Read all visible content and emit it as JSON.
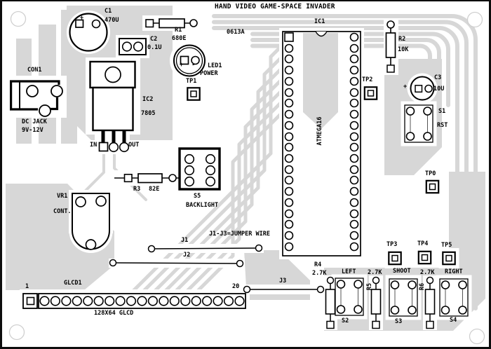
{
  "title": "HAND VIDEO GAME-SPACE INVADER",
  "board_code": "0613A",
  "jumper_note": "J1-J3=JUMPER WIRE",
  "components": {
    "c1": {
      "ref": "C1",
      "value": "470U",
      "plus": "+"
    },
    "c2": {
      "ref": "C2",
      "value": "0.1U"
    },
    "c3": {
      "ref": "C3",
      "value": "10U",
      "plus": "+"
    },
    "r1": {
      "ref": "R1",
      "value": "680E"
    },
    "r2": {
      "ref": "R2",
      "value": "10K"
    },
    "r3": {
      "ref": "R3",
      "value": "82E"
    },
    "r4": {
      "ref": "R4",
      "value": "2.7K"
    },
    "r5": {
      "ref": "R5",
      "value": "2.7K"
    },
    "r6": {
      "ref": "R6",
      "value": "2.7K"
    },
    "led1": {
      "ref": "LED1",
      "value": "POWER",
      "plus": "+",
      "minus": "-"
    },
    "con1": {
      "ref": "CON1",
      "line1": "DC JACK",
      "line2": "9V-12V"
    },
    "ic1": {
      "ref": "IC1",
      "value": "ATMEGA16"
    },
    "ic2": {
      "ref": "IC2",
      "value": "7805",
      "pin_in": "IN",
      "pin_out": "OUT"
    },
    "vr1": {
      "ref": "VR1",
      "value": "CONT."
    },
    "s1": {
      "ref": "S1",
      "value": "RST"
    },
    "s2": {
      "ref": "S2",
      "value": "LEFT"
    },
    "s3": {
      "ref": "S3",
      "value": "SHOOT"
    },
    "s4": {
      "ref": "S4",
      "value": "RIGHT"
    },
    "s5": {
      "ref": "S5",
      "value": "BACKLIGHT"
    },
    "glcd1": {
      "ref": "GLCD1",
      "value": "128X64 GLCD",
      "first_pin": "1",
      "last_pin": "20"
    },
    "j1": {
      "ref": "J1"
    },
    "j2": {
      "ref": "J2"
    },
    "j3": {
      "ref": "J3"
    },
    "tp0": {
      "ref": "TP0"
    },
    "tp1": {
      "ref": "TP1"
    },
    "tp2": {
      "ref": "TP2"
    },
    "tp3": {
      "ref": "TP3"
    },
    "tp4": {
      "ref": "TP4"
    },
    "tp5": {
      "ref": "TP5"
    }
  },
  "colors": {
    "copper": "#d7d7d7",
    "silk": "#000000",
    "board": "#ffffff"
  }
}
